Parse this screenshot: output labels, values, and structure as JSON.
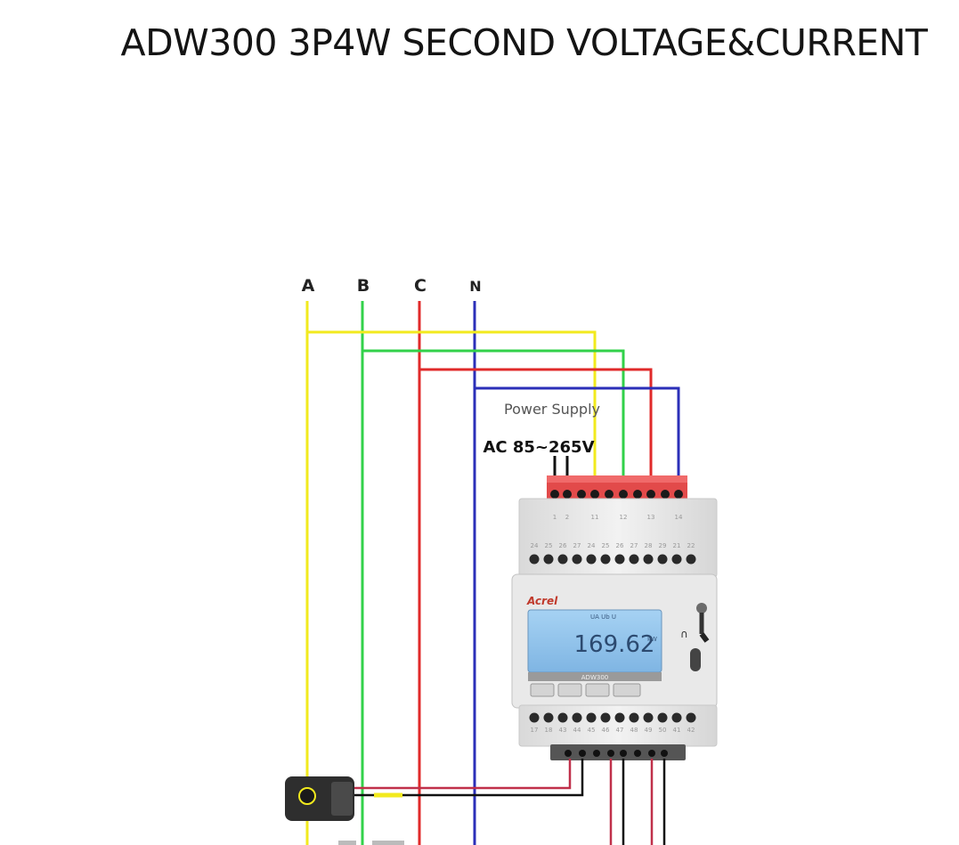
{
  "title": "ADW300 3P4W SECOND VOLTAGE&CURRENT",
  "phase_labels": [
    "A",
    "B",
    "C",
    "N"
  ],
  "power_supply_label": "Power Supply",
  "ac_range_label": "AC 85~265V",
  "top_terminal_numbers": [
    "1",
    "2",
    "11",
    "12",
    "13",
    "14"
  ],
  "upper_row_numbers": [
    "24",
    "25",
    "26",
    "27",
    "24",
    "25",
    "26",
    "27",
    "28",
    "29",
    "21",
    "22"
  ],
  "lower_row_numbers": [
    "17",
    "18",
    "43",
    "44",
    "45",
    "46",
    "47",
    "48",
    "49",
    "50",
    "41",
    "42"
  ],
  "brand": "Acrel",
  "model": "ADW300",
  "lcd_reading": "169.62",
  "lcd_top_text": "UA  Ub  U",
  "lcd_side_unit": "kW",
  "colors": {
    "phase_a": "#f2ea1e",
    "phase_b": "#32d14a",
    "phase_c": "#e02a2a",
    "neutral": "#2b2fb8",
    "terminal_block": "#e24a4a",
    "lcd": "#8fc3ec",
    "meter_body": "#ececec"
  }
}
